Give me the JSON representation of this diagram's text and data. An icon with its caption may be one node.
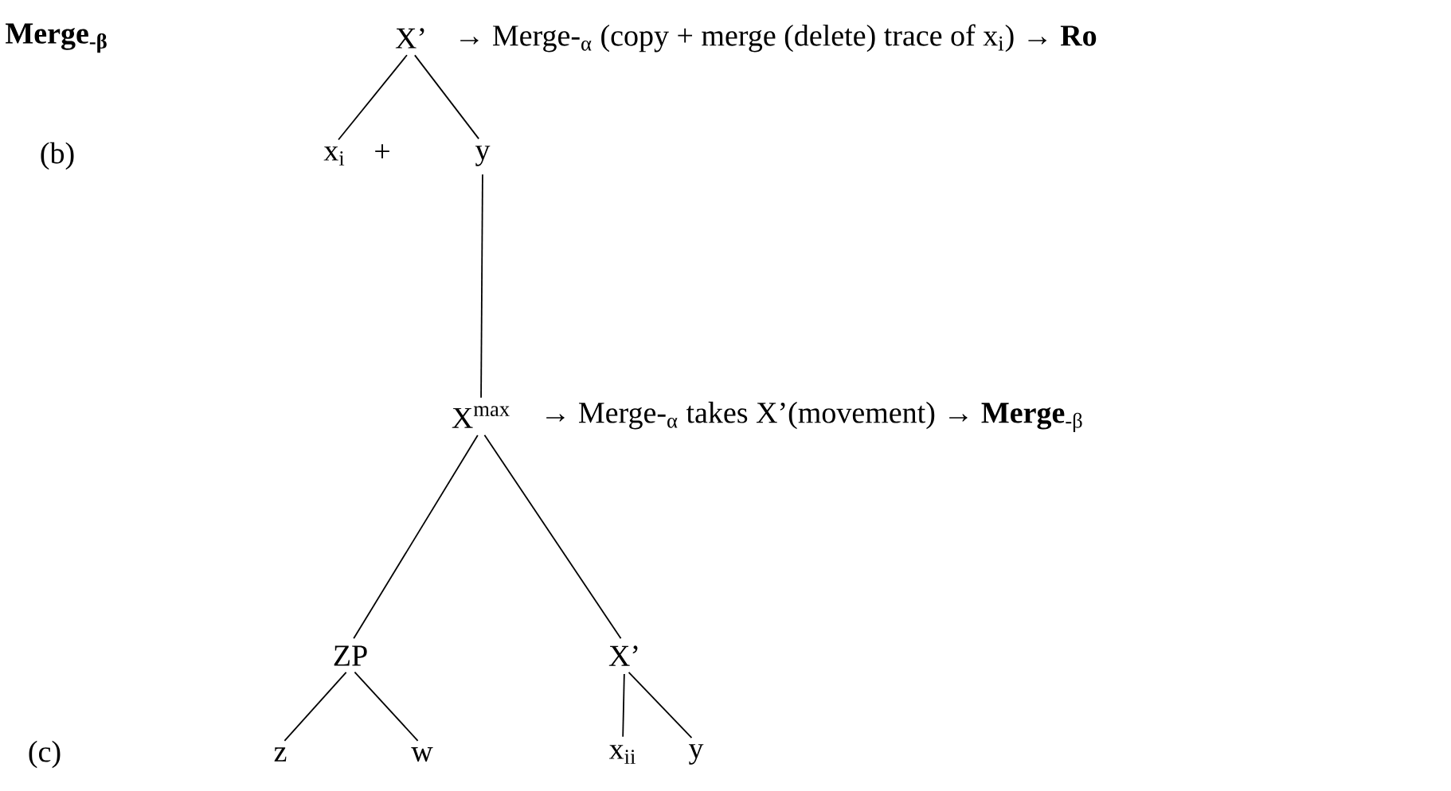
{
  "diagram": {
    "nodes": [
      {
        "text": [
          "X’"
        ],
        "beside": [
          "→ Merge-$_{α}$ (copy + merge (delete) trace of x$_{i}$) → **Ro**"
        ]
      },
      {
        "text": [
          "x$_{i}$"
        ]
      },
      {
        "text": [
          "y"
        ]
      },
      {
        "text": [
          "X$^{max}$"
        ],
        "beside": [
          "→ Merge-$_{α}$ takes X’(movement) → **Merge**$_{-β}$"
        ]
      },
      {
        "text": [
          "ZP"
        ]
      },
      {
        "text": [
          "X’"
        ]
      },
      {
        "text": [
          "z"
        ]
      },
      {
        "text": [
          "w"
        ]
      },
      {
        "text": [
          "x$_{ii}$"
        ]
      },
      {
        "text": [
          "y"
        ]
      }
    ],
    "edges": [
      {
        "from": 0,
        "to": 1,
        "arrow": "none"
      },
      {
        "from": 0,
        "to": 2,
        "arrow": "none"
      },
      {
        "from": 2,
        "to": 3,
        "arrow": "none"
      },
      {
        "from": 3,
        "to": 4,
        "arrow": "none"
      },
      {
        "from": 3,
        "to": 5,
        "arrow": "none"
      },
      {
        "from": 4,
        "to": 6,
        "arrow": "none"
      },
      {
        "from": 4,
        "to": 7,
        "arrow": "none"
      },
      {
        "from": 5,
        "to": 8,
        "arrow": "none"
      },
      {
        "from": 5,
        "to": 9,
        "arrow": "none"
      }
    ],
    "labels": [
      "Merge$_{-β}$",
      "(b)",
      "+",
      "(c)"
    ]
  }
}
